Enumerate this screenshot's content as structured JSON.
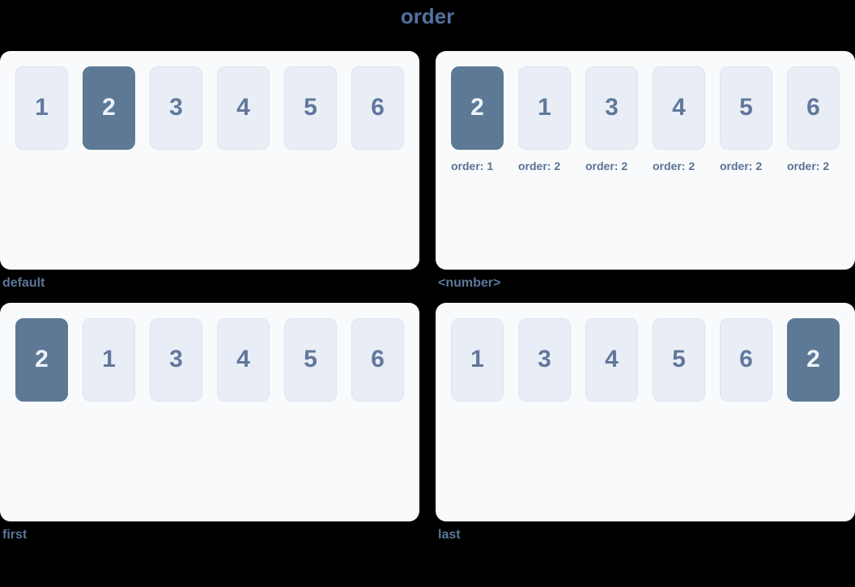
{
  "page": {
    "title": "order"
  },
  "colors": {
    "page-bg": "#000000",
    "title": "#53719e",
    "label": "#5b7699",
    "panel": "#f8fafc",
    "box-bg": "#e9eef6",
    "box-border": "#dde4ef",
    "box-num": "#61789c",
    "sub": "#5b7294",
    "highlight-bg": "#5d7996",
    "highlight-num": "#eef3f8"
  },
  "sections": [
    {
      "label": "default",
      "items": [
        {
          "n": "1"
        },
        {
          "n": "2",
          "highlight": true
        },
        {
          "n": "3"
        },
        {
          "n": "4"
        },
        {
          "n": "5"
        },
        {
          "n": "6"
        }
      ]
    },
    {
      "label": "<number>",
      "items": [
        {
          "n": "2",
          "highlight": true,
          "sub": "order: 1"
        },
        {
          "n": "1",
          "sub": "order: 2"
        },
        {
          "n": "3",
          "sub": "order: 2"
        },
        {
          "n": "4",
          "sub": "order: 2"
        },
        {
          "n": "5",
          "sub": "order: 2"
        },
        {
          "n": "6",
          "sub": "order: 2"
        }
      ]
    },
    {
      "label": "first",
      "items": [
        {
          "n": "2",
          "highlight": true
        },
        {
          "n": "1"
        },
        {
          "n": "3"
        },
        {
          "n": "4"
        },
        {
          "n": "5"
        },
        {
          "n": "6"
        }
      ]
    },
    {
      "label": "last",
      "items": [
        {
          "n": "1"
        },
        {
          "n": "3"
        },
        {
          "n": "4"
        },
        {
          "n": "5"
        },
        {
          "n": "6"
        },
        {
          "n": "2",
          "highlight": true
        }
      ]
    }
  ]
}
